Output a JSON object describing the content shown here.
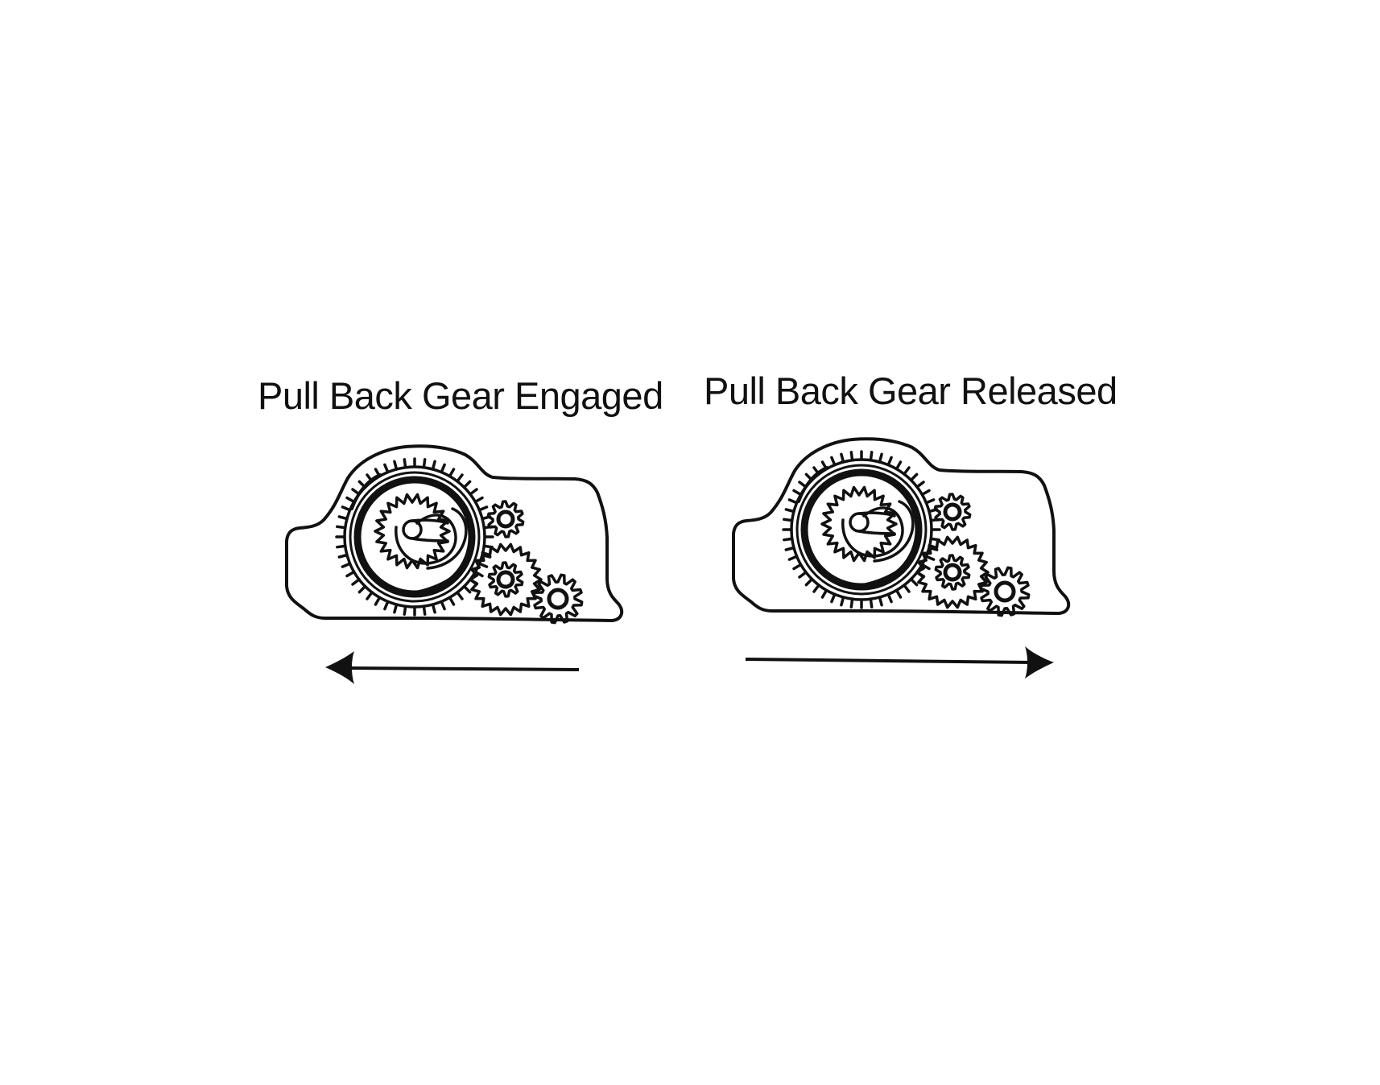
{
  "panels": [
    {
      "title": "Pull Back Gear Engaged",
      "arrow_direction": "left",
      "housing_origin": [
        0,
        0
      ]
    },
    {
      "title": "Pull Back Gear Released",
      "arrow_direction": "right",
      "housing_origin": [
        555,
        -9
      ]
    }
  ],
  "colors": {
    "stroke": "#111111",
    "background": "#ffffff"
  },
  "icons": {
    "gear": "gear-mechanism-icon",
    "arrow_left": "arrow-left-icon",
    "arrow_right": "arrow-right-icon"
  }
}
